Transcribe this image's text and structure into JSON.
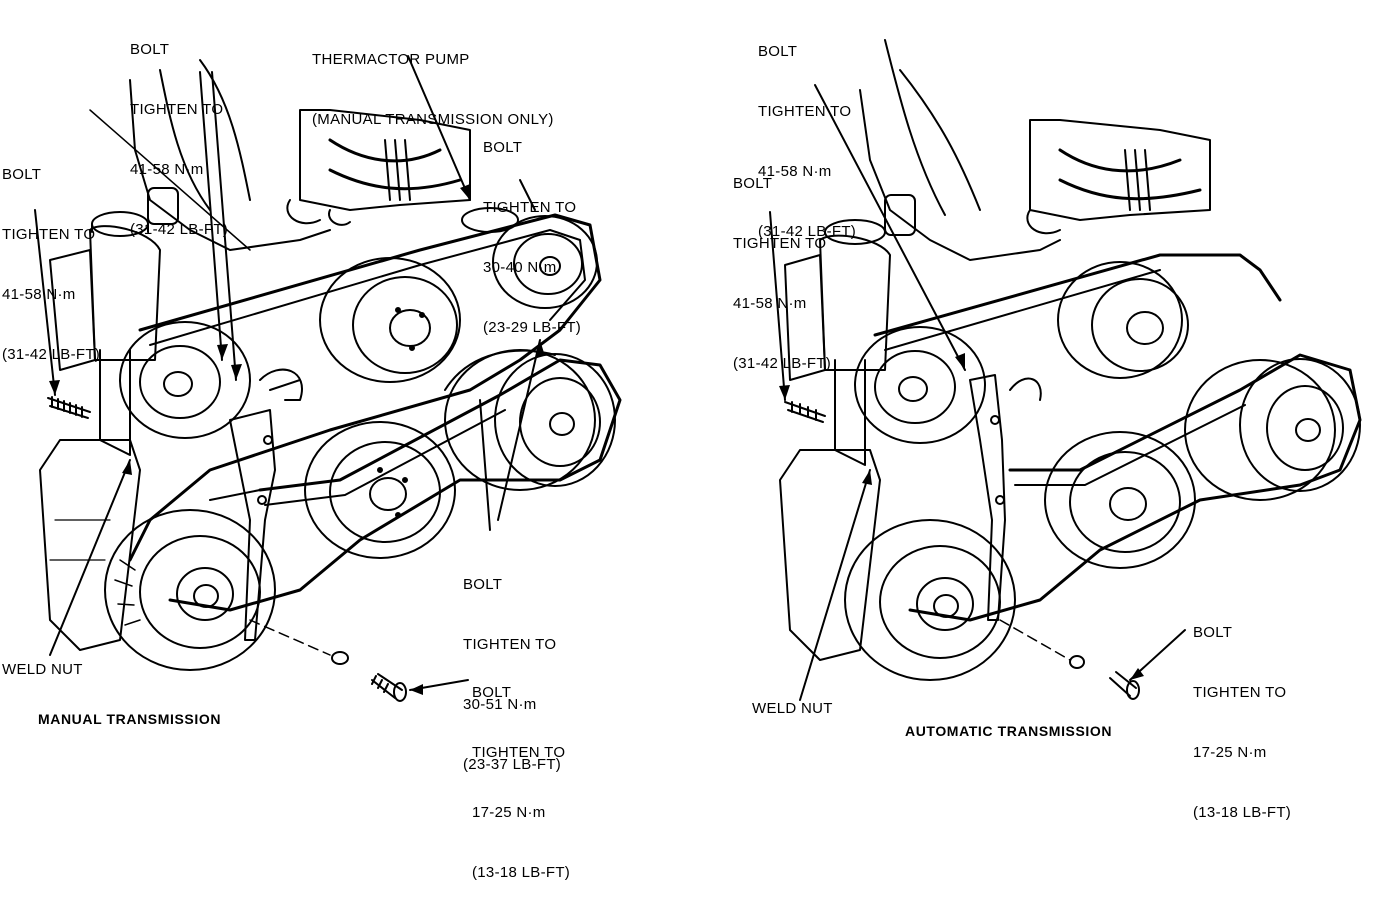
{
  "manual": {
    "caption": "MANUAL TRANSMISSION",
    "callouts": {
      "bolt_top": [
        "BOLT",
        "TIGHTEN TO",
        "41-58 N·m",
        "(31-42 LB-FT)"
      ],
      "thermactor": [
        "THERMACTOR PUMP",
        "(MANUAL TRANSMISSION ONLY)"
      ],
      "bolt_left": [
        "BOLT",
        "TIGHTEN TO",
        "41-58 N·m",
        "(31-42 LB-FT)"
      ],
      "bolt_right_top": [
        "BOLT",
        "TIGHTEN TO",
        "30-40 N·m",
        "(23-29 LB-FT)"
      ],
      "bolt_right_mid": [
        "BOLT",
        "TIGHTEN TO",
        "30-51 N·m",
        "(23-37 LB-FT)"
      ],
      "bolt_bottom": [
        "BOLT",
        "TIGHTEN TO",
        "17-25 N·m",
        "(13-18 LB-FT)"
      ],
      "weld_nut": "WELD NUT"
    }
  },
  "automatic": {
    "caption": "AUTOMATIC TRANSMISSION",
    "callouts": {
      "bolt_top": [
        "BOLT",
        "TIGHTEN TO",
        "41-58 N·m",
        "(31-42 LB-FT)"
      ],
      "bolt_left": [
        "BOLT",
        "TIGHTEN TO",
        "41-58 N·m",
        "(31-42 LB-FT)"
      ],
      "bolt_bottom": [
        "BOLT",
        "TIGHTEN TO",
        "17-25 N·m",
        "(13-18 LB-FT)"
      ],
      "weld_nut": "WELD NUT"
    }
  }
}
